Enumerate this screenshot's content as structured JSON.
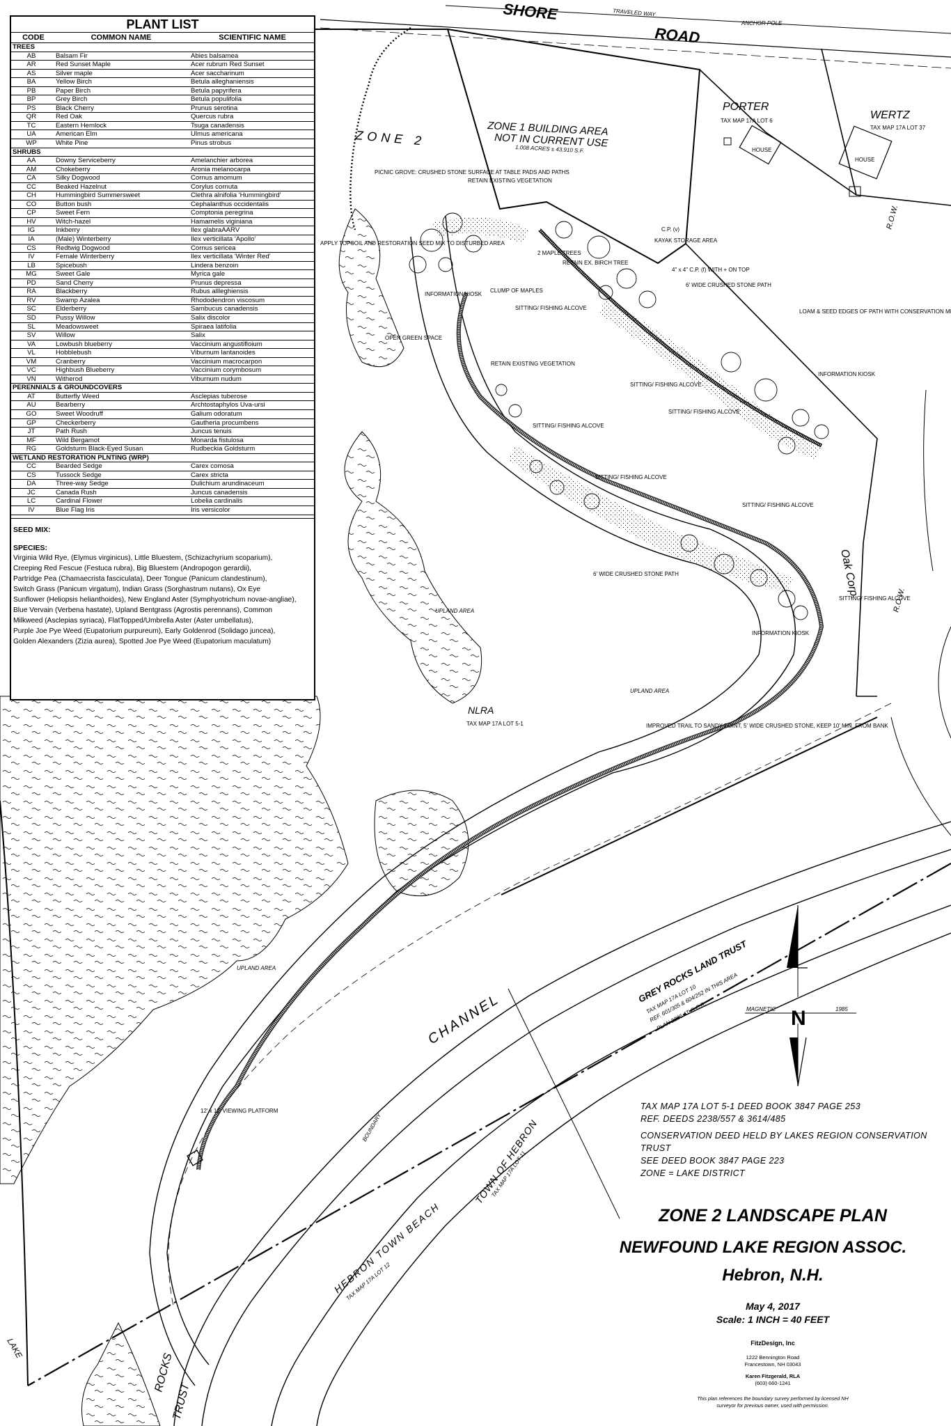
{
  "plant_list": {
    "title": "PLANT LIST",
    "headers": [
      "CODE",
      "COMMON NAME",
      "SCIENTIFIC NAME"
    ],
    "sections": [
      {
        "name": "TREES",
        "rows": [
          [
            "AB",
            "Balsam Fir",
            "Abies balsamea"
          ],
          [
            "AR",
            "Red Sunset Maple",
            "Acer rubrum Red Sunset"
          ],
          [
            "AS",
            "Silver maple",
            "Acer saccharinum"
          ],
          [
            "BA",
            "Yellow Birch",
            "Betula alleghaniensis"
          ],
          [
            "PB",
            "Paper Birch",
            "Betula papyrifera"
          ],
          [
            "BP",
            "Grey Birch",
            "Betula populifolia"
          ],
          [
            "PS",
            "Black Cherry",
            "Prunus serotina"
          ],
          [
            "QR",
            "Red Oak",
            "Quercus rubra"
          ],
          [
            "TC",
            "Eastern Hemlock",
            "Tsuga canadensis"
          ],
          [
            "UA",
            "American Elm",
            "Ulmus americana"
          ],
          [
            "WP",
            "White Pine",
            "Pinus strobus"
          ]
        ]
      },
      {
        "name": "SHRUBS",
        "rows": [
          [
            "AA",
            "Downy Serviceberry",
            "Amelanchier arborea"
          ],
          [
            "AM",
            "Chokeberry",
            "Aronia melanocarpa"
          ],
          [
            "CA",
            "Silky Dogwood",
            "Cornus amomum"
          ],
          [
            "CC",
            "Beaked Hazelnut",
            "Corylus cornuta"
          ],
          [
            "CH",
            "Hummingbird Summersweet",
            "Clethra alnifolia 'Hummingbird'"
          ],
          [
            "CO",
            "Button bush",
            "Cephalanthus occidentalis"
          ],
          [
            "CP",
            "Sweet Fern",
            "Comptonia peregrina"
          ],
          [
            "HV",
            "Witch-hazel",
            "Hamamelis viginiana"
          ],
          [
            "IG",
            "Inkberry",
            "Ilex glabraAARV"
          ],
          [
            "IA",
            "(Male) Winterberry",
            "Ilex verticillata 'Apollo'"
          ],
          [
            "CS",
            "Redtwig Dogwood",
            "Cornus sericea"
          ],
          [
            "IV",
            "Female Winterberry",
            "Ilex verticillata 'Winter Red'"
          ],
          [
            "LB",
            "Spicebush",
            "Lindera benzoin"
          ],
          [
            "MG",
            "Sweet Gale",
            "Myrica gale"
          ],
          [
            "PD",
            "Sand Cherry",
            "Prunus depressa"
          ],
          [
            "RA",
            "Blackberry",
            "Rubus allleghiensis"
          ],
          [
            "RV",
            "Swamp Azalea",
            "Rhododendron viscosum"
          ],
          [
            "SC",
            "Elderberry",
            "Sambucus canadensis"
          ],
          [
            "SD",
            "Pussy Willow",
            "Salix discolor"
          ],
          [
            "SL",
            "Meadowsweet",
            "Spiraea latifolia"
          ],
          [
            "SV",
            "Willow",
            "Salix"
          ],
          [
            "VA",
            "Lowbush blueberry",
            "Vaccinium angustifloium"
          ],
          [
            "VL",
            "Hobblebush",
            "Viburnum lantanoides"
          ],
          [
            "VM",
            "Cranberry",
            "Vaccinium macrocarpon"
          ],
          [
            "VC",
            "Highbush Blueberry",
            "Vaccinium corymbosum"
          ],
          [
            "VN",
            "Witherod",
            "Viburnum nudum"
          ]
        ]
      },
      {
        "name": "PERENNIALS & GROUNDCOVERS",
        "rows": [
          [
            "AT",
            "Butterfly Weed",
            "Asclepias tuberose"
          ],
          [
            "AU",
            "Bearberry",
            "Archtostaphylos Uva-ursi"
          ],
          [
            "GO",
            "Sweet Woodruff",
            "Galium odoratum"
          ],
          [
            "GP",
            "Checkerberry",
            "Gautheria procumbens"
          ],
          [
            "JT",
            "Path Rush",
            "Juncus tenuis"
          ],
          [
            "MF",
            "Wild Bergamot",
            "Monarda fistulosa"
          ],
          [
            "RG",
            "Goldsturm Black-Eyed Susan",
            "Rudbeckia Goldsturm"
          ]
        ]
      },
      {
        "name": "WETLAND RESTORATION PLNTING (WRP)",
        "rows": [
          [
            "CC",
            "Bearded Sedge",
            "Carex comosa"
          ],
          [
            "CS",
            "Tussock Sedge",
            "Carex stricta"
          ],
          [
            "DA",
            "Three-way Sedge",
            "Dulichium arundinaceum"
          ],
          [
            "JC",
            "Canada Rush",
            "Juncus canadensis"
          ],
          [
            "LC",
            "Cardinal Flower",
            "Lobelia cardinalis"
          ],
          [
            "IV",
            "Blue Flag Iris",
            "Iris versicolor"
          ]
        ]
      }
    ],
    "seed_mix_label": "SEED MIX:",
    "species_label": "SPECIES:",
    "species_text": "Virginia Wild Rye, (Elymus virginicus), Little Bluestem, (Schizachyrium scoparium),\nCreeping Red Fescue (Festuca rubra), Big Bluestem (Andropogon gerardii),\nPartridge Pea (Chamaecrista fasciculata), Deer Tongue (Panicum clandestinum),\nSwitch Grass (Panicum virgatum), Indian Grass (Sorghastrum nutans), Ox Eye\nSunflower (Heliopsis helianthoides), New England Aster (Symphyotrichum novae-angliae),\n Blue Vervain (Verbena hastate), Upland Bentgrass (Agrostis perennans), Common\nMilkweed (Asclepias syriaca), FlatTopped/Umbrella Aster (Aster umbellatus),\nPurple Joe Pye Weed (Eupatorium purpureum), Early Goldenrod (Solidago juncea),\nGolden Alexanders (Zizia aurea), Spotted Joe Pye Weed (Eupatorium maculatum)"
  },
  "map": {
    "shore_road": "SHORE",
    "road": "ROAD",
    "traveled_way": "TRAVELED        WAY",
    "anchor_pole": "ANCHOR POLE",
    "zone1_title_1": "ZONE 1 BUILDING AREA",
    "zone1_title_2": "NOT IN CURRENT USE",
    "zone1_area": "1.008 ACRES ± 43,910 S.F.",
    "zone2": "ZONE 2",
    "porter": "PORTER",
    "porter_tax": "TAX MAP 17A LOT 6",
    "wertz": "WERTZ",
    "wertz_tax": "TAX MAP 17A LOT 37",
    "house": "HOUSE",
    "row": "R.O.W.",
    "nlra": "NLRA",
    "nlra_tax": "TAX MAP 17A LOT 5-1",
    "upland_area": "UPLAND AREA",
    "channel": "CHANNEL",
    "grey_rocks_1": "GREY ROCKS LAND TRUST",
    "grey_rocks_2": "TAX MAP 17A LOT 10",
    "grey_rocks_3": "REF. 601/305 & 604/252 IN THIS AREA",
    "grey_rocks_4": "PLAN 2286 AT G.C.R.",
    "hebron_beach": "HEBRON   TOWN   BEACH",
    "hebron_tax": "TAX MAP 17A LOT 12",
    "town_of_hebron": "TOWN OF HEBRON",
    "town_tax": "TAX MAP 17A LOT 11",
    "boundary": "BOUNDARY",
    "lake": "LAKE",
    "rocks": "ROCKS",
    "trust": "TRUST",
    "oak_corp": "Oak Corp.",
    "viewing_platform": "12' x 12' VIEWING PLATFORM",
    "picnic_grove": "PICNIC GROVE: CRUSHED STONE SURFACE AT TABLE PADS AND PATHS",
    "retain_veg": "RETAIN EXISTING VEGETATION",
    "apply_topsoil": "APPLY TOPSOIL AND RESTORATION SEED MIX TO DISTURBED AREA",
    "info_kiosk": "INFORMATION KIOSK",
    "open_green": "OPEN GREEN SPACE",
    "kayak": "KAYAK STORAGE AREA",
    "stone_path_6": "6' WIDE CRUSHED STONE PATH",
    "loam_seed": "LOAM & SEED EDGES OF PATH WITH CONSERVATION MIX",
    "sitting_fishing": "SITTING/ FISHING ALCOVE",
    "improved_trail": "IMPROVED TRAIL TO SANDY POINT, 5' WIDE CRUSHED STONE, KEEP 10' MIN. FROM BANK",
    "magnetic": "MAGNETIC",
    "year": "1985",
    "north": "N",
    "maple_trees": "2 MAPLE TREES",
    "clump_maples": "CLUMP OF MAPLES",
    "retain_birch": "RETAIN EX. BIRCH TREE",
    "cp_mark": "C.P. (v)",
    "iron_pin": "4\" x 4\" C.P. (f) WITH + ON TOP"
  },
  "notes": [
    "TAX MAP 17A LOT 5-1 DEED BOOK 3847 PAGE 253",
    "REF. DEEDS 2238/557 & 3614/485",
    "CONSERVATION DEED HELD BY LAKES REGION CONSERVATION TRUST",
    "SEE DEED BOOK 3847 PAGE 223",
    "ZONE = LAKE DISTRICT"
  ],
  "title_block": {
    "title": "ZONE 2 LANDSCAPE PLAN",
    "org": "NEWFOUND LAKE REGION ASSOC.",
    "place": "Hebron, N.H.",
    "date": "May 4, 2017",
    "scale": "Scale: 1 INCH = 40 FEET",
    "firm": "FitzDesign, Inc",
    "address1": "1222 Bennington Road",
    "address2": "Francestown, NH 03043",
    "contact1": "Karen Fitzgerald, RLA",
    "contact2": "(603) 660-1241",
    "disclaimer1": "This plan references the boundary survey performed by licensed NH",
    "disclaimer2": "surveyor for previous owner, used with permission."
  }
}
